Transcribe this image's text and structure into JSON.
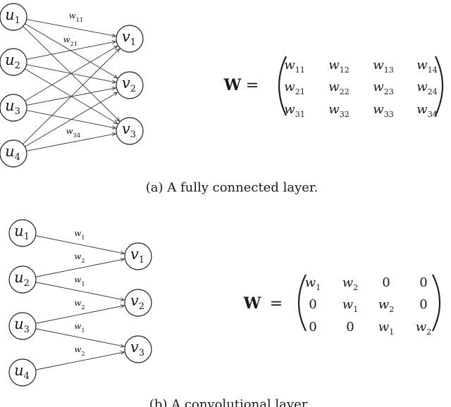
{
  "panels": [
    {
      "id": "a",
      "caption": "(a) A fully connected layer.",
      "inputs": [
        {
          "sym": "u",
          "sub": "1"
        },
        {
          "sym": "u",
          "sub": "2"
        },
        {
          "sym": "u",
          "sub": "3"
        },
        {
          "sym": "u",
          "sub": "4"
        }
      ],
      "outputs": [
        {
          "sym": "v",
          "sub": "1"
        },
        {
          "sym": "v",
          "sub": "2"
        },
        {
          "sym": "v",
          "sub": "3"
        }
      ],
      "edges": [
        {
          "from": 0,
          "to": 0
        },
        {
          "from": 0,
          "to": 1
        },
        {
          "from": 0,
          "to": 2
        },
        {
          "from": 1,
          "to": 0
        },
        {
          "from": 1,
          "to": 1
        },
        {
          "from": 1,
          "to": 2
        },
        {
          "from": 2,
          "to": 0
        },
        {
          "from": 2,
          "to": 1
        },
        {
          "from": 2,
          "to": 2
        },
        {
          "from": 3,
          "to": 0
        },
        {
          "from": 3,
          "to": 1
        },
        {
          "from": 3,
          "to": 2
        }
      ],
      "edge_labels": [
        {
          "sym": "w",
          "sub": "11"
        },
        {
          "sym": "w",
          "sub": "21"
        },
        {
          "sym": "w",
          "sub": "34"
        }
      ],
      "matrix": {
        "name": "W",
        "equals": "=",
        "rows": [
          [
            {
              "sym": "w",
              "sub": "11"
            },
            {
              "sym": "w",
              "sub": "12"
            },
            {
              "sym": "w",
              "sub": "13"
            },
            {
              "sym": "w",
              "sub": "14"
            }
          ],
          [
            {
              "sym": "w",
              "sub": "21"
            },
            {
              "sym": "w",
              "sub": "22"
            },
            {
              "sym": "w",
              "sub": "23"
            },
            {
              "sym": "w",
              "sub": "24"
            }
          ],
          [
            {
              "sym": "w",
              "sub": "31"
            },
            {
              "sym": "w",
              "sub": "32"
            },
            {
              "sym": "w",
              "sub": "33"
            },
            {
              "sym": "w",
              "sub": "34"
            }
          ]
        ]
      }
    },
    {
      "id": "b",
      "caption": "(b) A convolutional layer.",
      "inputs": [
        {
          "sym": "u",
          "sub": "1"
        },
        {
          "sym": "u",
          "sub": "2"
        },
        {
          "sym": "u",
          "sub": "3"
        },
        {
          "sym": "u",
          "sub": "4"
        }
      ],
      "outputs": [
        {
          "sym": "v",
          "sub": "1"
        },
        {
          "sym": "v",
          "sub": "2"
        },
        {
          "sym": "v",
          "sub": "3"
        }
      ],
      "edges": [
        {
          "from": 0,
          "to": 0
        },
        {
          "from": 1,
          "to": 0
        },
        {
          "from": 1,
          "to": 1
        },
        {
          "from": 2,
          "to": 1
        },
        {
          "from": 2,
          "to": 2
        },
        {
          "from": 3,
          "to": 2
        }
      ],
      "edge_labels": [
        {
          "sym": "w",
          "sub": "1"
        },
        {
          "sym": "w",
          "sub": "2"
        },
        {
          "sym": "w",
          "sub": "1"
        },
        {
          "sym": "w",
          "sub": "2"
        },
        {
          "sym": "w",
          "sub": "1"
        },
        {
          "sym": "w",
          "sub": "2"
        }
      ],
      "matrix": {
        "name": "W",
        "equals": "=",
        "rows": [
          [
            {
              "sym": "w",
              "sub": "1"
            },
            {
              "sym": "w",
              "sub": "2"
            },
            {
              "text": "0"
            },
            {
              "text": "0"
            }
          ],
          [
            {
              "text": "0"
            },
            {
              "sym": "w",
              "sub": "1"
            },
            {
              "sym": "w",
              "sub": "2"
            },
            {
              "text": "0"
            }
          ],
          [
            {
              "text": "0"
            },
            {
              "text": "0"
            },
            {
              "sym": "w",
              "sub": "1"
            },
            {
              "sym": "w",
              "sub": "2"
            }
          ]
        ]
      }
    }
  ]
}
